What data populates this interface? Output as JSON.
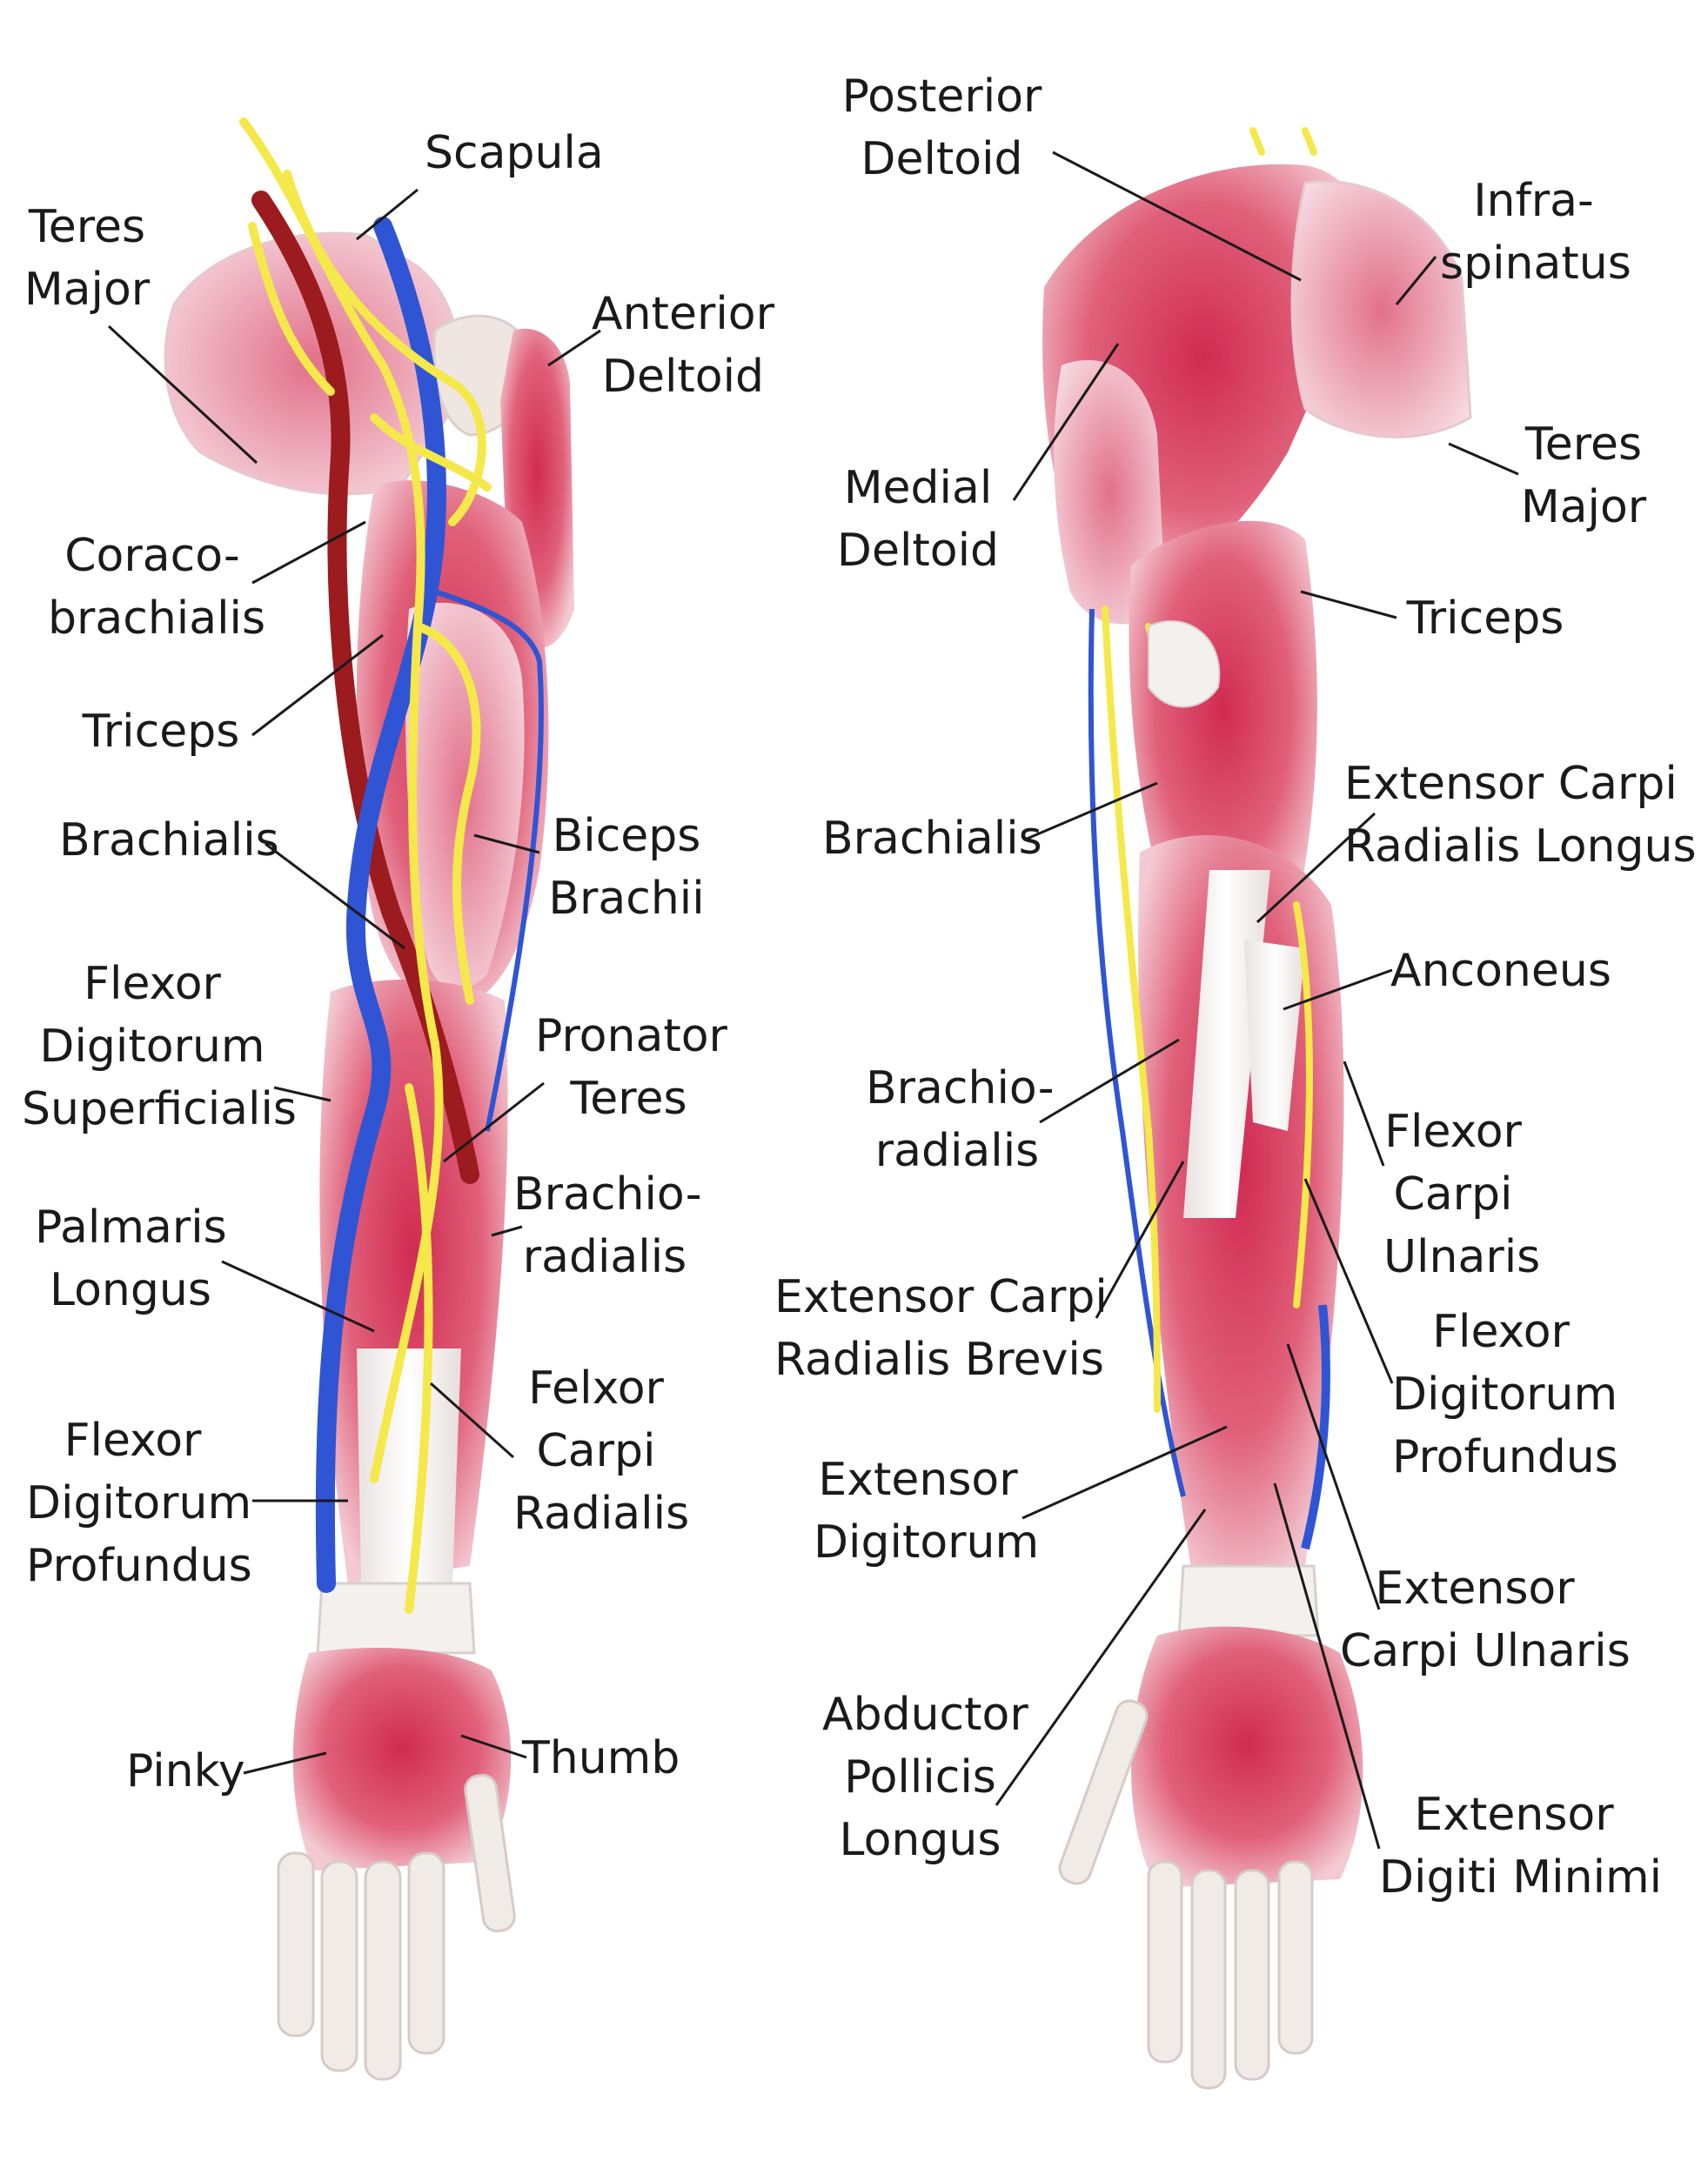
{
  "colors": {
    "background": "#ffffff",
    "muscle": "#d63a5a",
    "muscle_light": "#f0b8c4",
    "tendon": "#f5f2f0",
    "artery": "#9b1b1e",
    "vein": "#2f55d4",
    "nerve": "#f5e84a",
    "leader_line": "#1a1a1a",
    "text": "#1a1a1a"
  },
  "anterior_view": {
    "labels": [
      {
        "id": "scapula",
        "lines": [
          "Scapula"
        ]
      },
      {
        "id": "teres-major",
        "lines": [
          "Teres",
          "Major"
        ]
      },
      {
        "id": "anterior-deltoid",
        "lines": [
          "Anterior",
          "Deltoid"
        ]
      },
      {
        "id": "coracobrachialis",
        "lines": [
          "Coraco-",
          "brachialis"
        ]
      },
      {
        "id": "triceps",
        "lines": [
          "Triceps"
        ]
      },
      {
        "id": "brachialis",
        "lines": [
          "Brachialis"
        ]
      },
      {
        "id": "biceps-brachii",
        "lines": [
          "Biceps",
          "Brachii"
        ]
      },
      {
        "id": "flexor-digitorum-superficialis",
        "lines": [
          "Flexor",
          "Digitorum",
          "Superficialis"
        ]
      },
      {
        "id": "pronator-teres",
        "lines": [
          "Pronator",
          "Teres"
        ]
      },
      {
        "id": "brachioradialis",
        "lines": [
          "Brachio-",
          "radialis"
        ]
      },
      {
        "id": "palmaris-longus",
        "lines": [
          "Palmaris",
          "Longus"
        ]
      },
      {
        "id": "flexor-carpi-radialis",
        "lines": [
          "Felxor",
          "Carpi",
          "Radialis"
        ]
      },
      {
        "id": "flexor-digitorum-profundus",
        "lines": [
          "Flexor",
          "Digitorum",
          "Profundus"
        ]
      },
      {
        "id": "pinky",
        "lines": [
          "Pinky"
        ]
      },
      {
        "id": "thumb",
        "lines": [
          "Thumb"
        ]
      }
    ]
  },
  "posterior_view": {
    "labels": [
      {
        "id": "posterior-deltoid",
        "lines": [
          "Posterior",
          "Deltoid"
        ]
      },
      {
        "id": "infraspinatus",
        "lines": [
          "Infra-",
          "spinatus"
        ]
      },
      {
        "id": "teres-major",
        "lines": [
          "Teres",
          "Major"
        ]
      },
      {
        "id": "medial-deltoid",
        "lines": [
          "Medial",
          "Deltoid"
        ]
      },
      {
        "id": "triceps",
        "lines": [
          "Triceps"
        ]
      },
      {
        "id": "extensor-carpi-radialis-longus",
        "lines": [
          "Extensor Carpi",
          "Radialis Longus"
        ]
      },
      {
        "id": "brachialis",
        "lines": [
          "Brachialis"
        ]
      },
      {
        "id": "anconeus",
        "lines": [
          "Anconeus"
        ]
      },
      {
        "id": "brachioradialis",
        "lines": [
          "Brachio-",
          "radialis"
        ]
      },
      {
        "id": "flexor-carpi-ulnaris",
        "lines": [
          "Flexor",
          "Carpi",
          "Ulnaris"
        ]
      },
      {
        "id": "extensor-carpi-radialis-brevis",
        "lines": [
          "Extensor Carpi",
          "Radialis Brevis"
        ]
      },
      {
        "id": "flexor-digitorum-profundus",
        "lines": [
          "Flexor",
          "Digitorum",
          "Profundus"
        ]
      },
      {
        "id": "extensor-digitorum",
        "lines": [
          "Extensor",
          "Digitorum"
        ]
      },
      {
        "id": "extensor-carpi-ulnaris",
        "lines": [
          "Extensor",
          "Carpi Ulnaris"
        ]
      },
      {
        "id": "abductor-pollicis-longus",
        "lines": [
          "Abductor",
          "Pollicis",
          "Longus"
        ]
      },
      {
        "id": "extensor-digiti-minimi",
        "lines": [
          "Extensor",
          "Digiti Minimi"
        ]
      }
    ]
  }
}
